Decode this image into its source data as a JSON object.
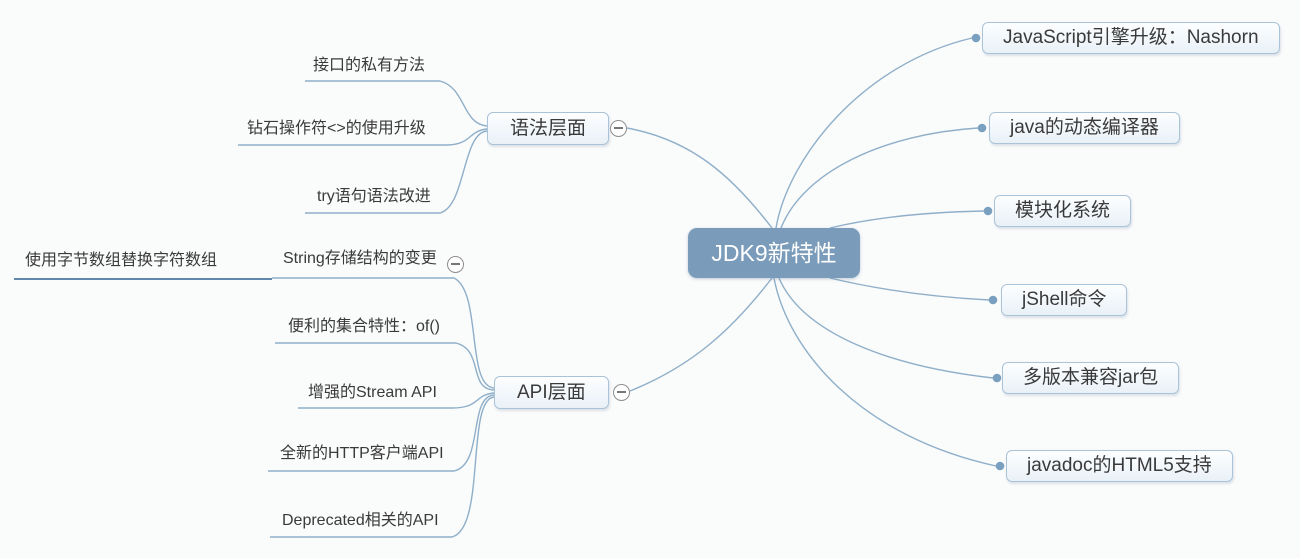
{
  "root": {
    "label": "JDK9新特性"
  },
  "branches": {
    "syntax": {
      "label": "语法层面",
      "children": [
        {
          "label": "接口的私有方法"
        },
        {
          "label": "钻石操作符<>的使用升级"
        },
        {
          "label": "try语句语法改进"
        }
      ]
    },
    "api": {
      "label": "API层面",
      "children": [
        {
          "label": "String存储结构的变更",
          "children": [
            {
              "label": "使用字节数组替换字符数组"
            }
          ]
        },
        {
          "label": "便利的集合特性：of()"
        },
        {
          "label": "增强的Stream API"
        },
        {
          "label": "全新的HTTP客户端API"
        },
        {
          "label": "Deprecated相关的API"
        }
      ]
    }
  },
  "right_topics": [
    {
      "label": "JavaScript引擎升级：Nashorn"
    },
    {
      "label": "java的动态编译器"
    },
    {
      "label": "模块化系统"
    },
    {
      "label": "jShell命令"
    },
    {
      "label": "多版本兼容jar包"
    },
    {
      "label": "javadoc的HTML5支持"
    }
  ],
  "icons": {
    "collapse": "minus-circle"
  },
  "colors": {
    "canvas_bg": "#fafbfb",
    "line": "#8fafc9",
    "line_strong": "#6089ad",
    "root_bg": "#7a9cba",
    "root_text": "#ffffff",
    "node_border": "#a9c3d9",
    "node_bg_top": "#fdfeff",
    "node_bg_bottom": "#e9f1f7",
    "dot": "#7aa0c0",
    "text": "#3a3a3a",
    "collapse_border": "#8e8e8e",
    "collapse_glyph": "#777777"
  }
}
